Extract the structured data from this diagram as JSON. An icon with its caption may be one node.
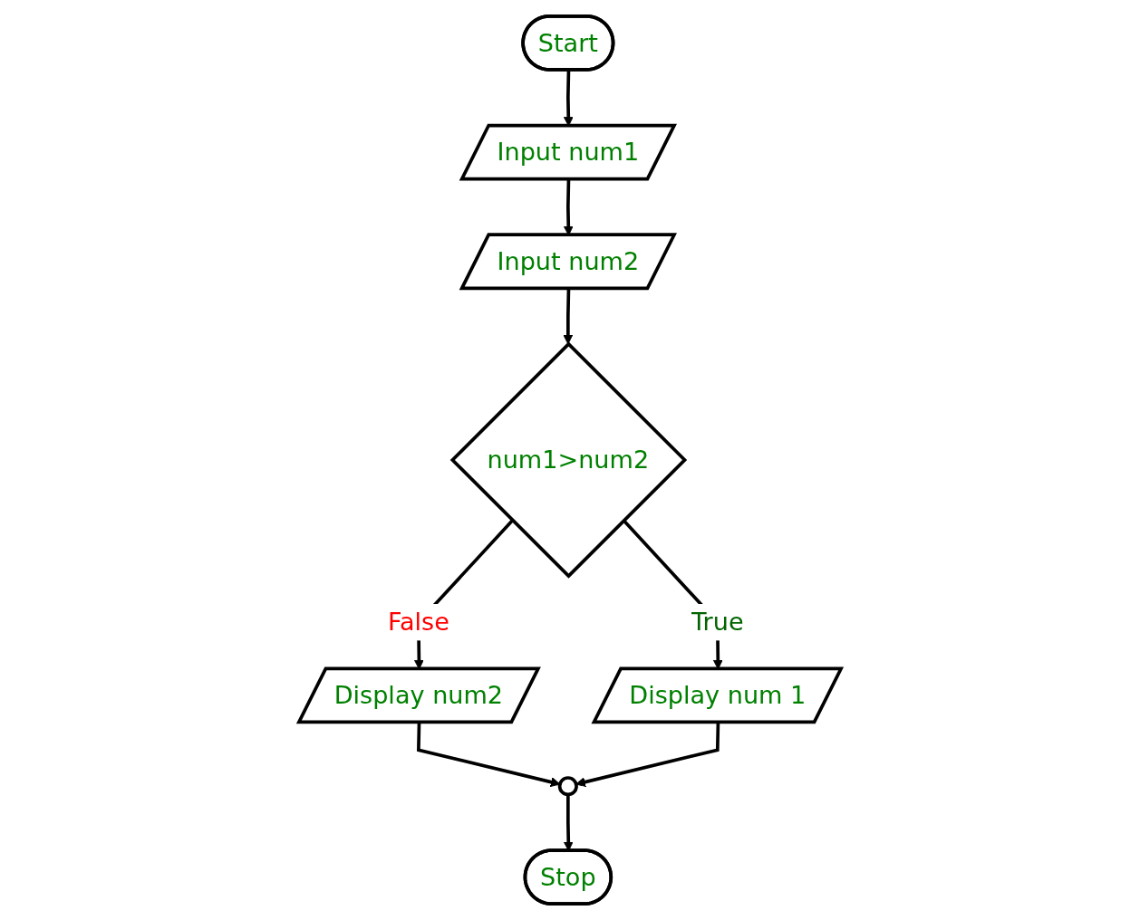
{
  "diagram": {
    "nodes": [
      {
        "text": [
          "Start"
        ]
      },
      {
        "text": [
          "Input num1"
        ]
      },
      {
        "text": [
          "Input num2"
        ]
      },
      {
        "text": [
          "num1>num2"
        ]
      },
      {
        "text": [
          "Display num2"
        ]
      },
      {
        "text": [
          "Display num 1"
        ]
      },
      {
        "text": [],
        "shape": "circle"
      },
      {
        "text": [
          "Stop"
        ]
      }
    ],
    "edges": [
      {
        "from": 0,
        "to": 1,
        "arrow": "to"
      },
      {
        "from": 1,
        "to": 2,
        "arrow": "to"
      },
      {
        "from": 2,
        "to": 3,
        "arrow": "to"
      },
      {
        "from": 3,
        "to": 5,
        "arrow": "to",
        "label": "True"
      },
      {
        "from": 3,
        "to": 4,
        "arrow": "to",
        "label": "False"
      },
      {
        "from": 4,
        "to": 6,
        "arrow": "to"
      },
      {
        "from": 5,
        "to": 6,
        "arrow": "to"
      },
      {
        "from": 6,
        "to": 7,
        "arrow": "to"
      }
    ]
  }
}
